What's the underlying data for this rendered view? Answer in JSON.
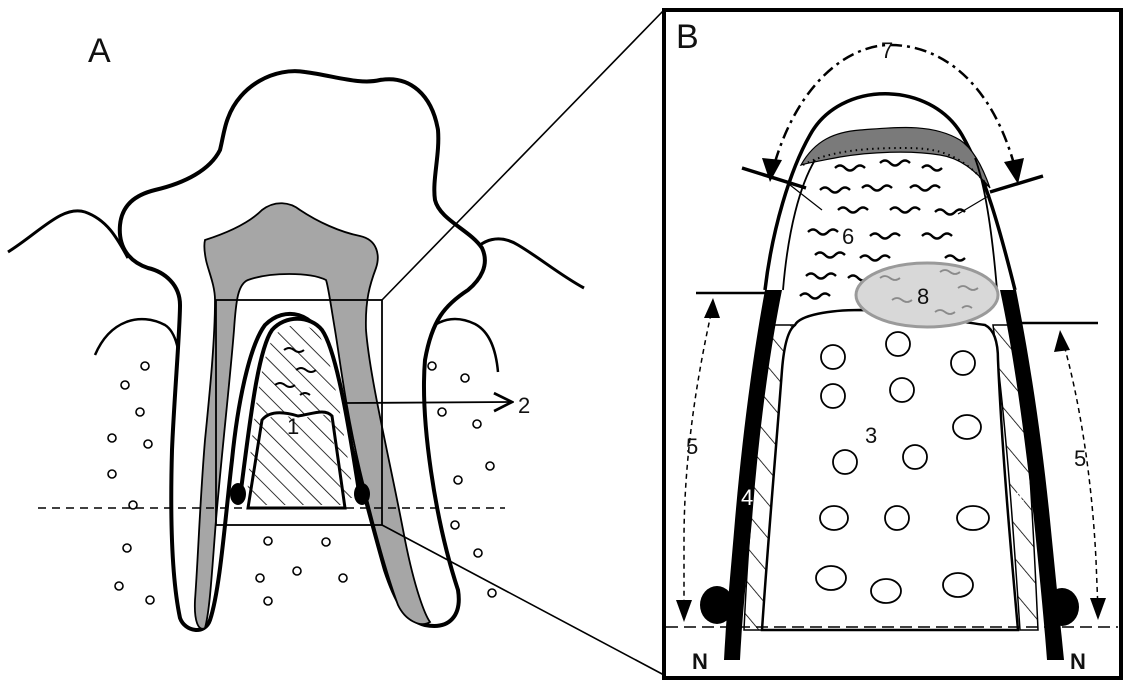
{
  "panels": {
    "a": {
      "label": "A"
    },
    "b": {
      "label": "B"
    }
  },
  "callouts": {
    "c1": "1",
    "c2": "2",
    "c3": "3",
    "c4": "4",
    "c5": "5",
    "c6": "6",
    "c7": "7",
    "c8": "8",
    "n": "N"
  },
  "colors": {
    "outline": "#000000",
    "pulp_gray": "#a6a6a6",
    "dark_gray": "#7a7a7a",
    "ellipse_fill": "#d8d8d8",
    "ellipse_stroke": "#9a9a9a",
    "background": "#ffffff"
  }
}
